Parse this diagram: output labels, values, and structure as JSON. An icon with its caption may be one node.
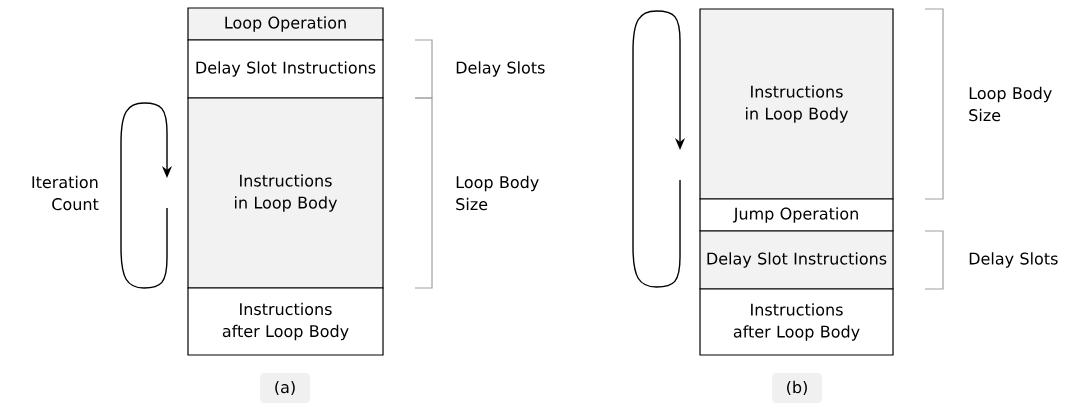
{
  "diagram": {
    "nodes": [
      {
        "text": [
          "Loop Operation"
        ]
      },
      {
        "text": [
          "Delay Slot Instructions"
        ]
      },
      {
        "text": [
          "Instructions in Loop Body"
        ]
      },
      {
        "text": [
          "Instructions after Loop Body"
        ]
      },
      {
        "text": [
          "Instructions in Loop Body"
        ]
      },
      {
        "text": [
          "Jump Operation"
        ]
      },
      {
        "text": [
          "Delay Slot Instructions"
        ]
      },
      {
        "text": [
          "Instructions after Loop Body"
        ]
      },
      {
        "text": [
          "(a)"
        ]
      },
      {
        "text": [
          "(b)"
        ]
      }
    ],
    "edges": [],
    "labels": [
      "Delay Slots",
      "Iteration Count",
      "Loop Body Size",
      "Loop Body Size",
      "Delay Slots"
    ]
  }
}
